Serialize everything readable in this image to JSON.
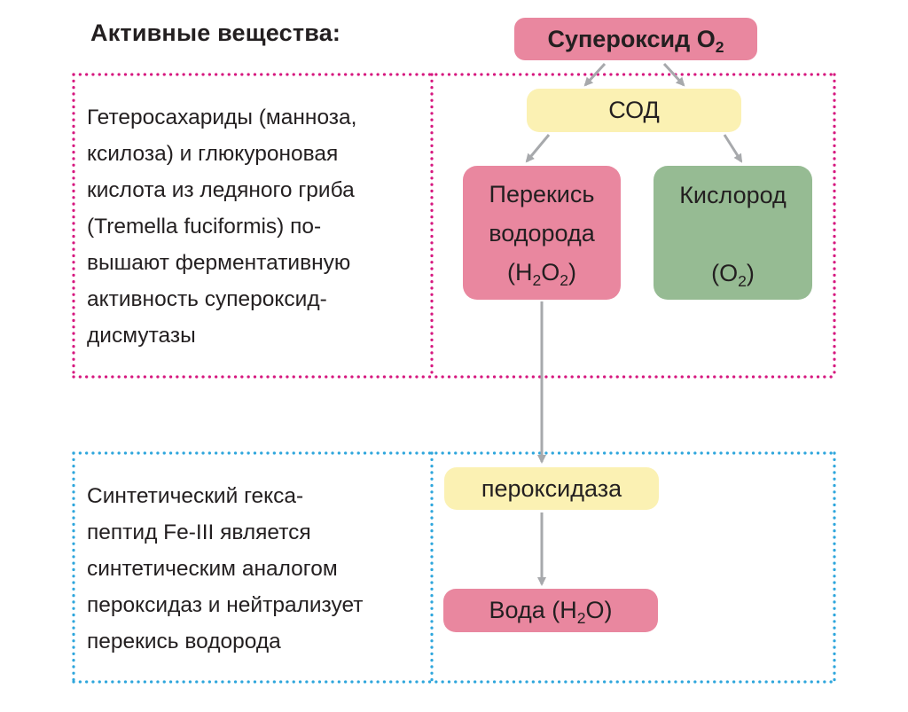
{
  "heading": "Активные вещества:",
  "superoxide": {
    "text": "Супероксид O",
    "sub": "2"
  },
  "sod": {
    "text": "СОД"
  },
  "peroxide": {
    "line1": "Перекись",
    "line2": "водорода",
    "formula_open": "(H",
    "sub1": "2",
    "mid": "O",
    "sub2": "2",
    "formula_close": ")"
  },
  "oxygen": {
    "line1": "Кислород",
    "formula_open": "(O",
    "sub": "2",
    "formula_close": ")"
  },
  "peroxidase": {
    "text": "пероксидаза"
  },
  "water": {
    "text_open": "Вода (H",
    "sub": "2",
    "text_close": "O)"
  },
  "description_top": {
    "lines": [
      "Гетеросахариды (манноза,",
      "ксилоза) и глюкуроновая",
      "кислота из ледяного гриба",
      "(Tremella fuciformis) по-",
      "вышают ферментативную",
      "активность супероксид-",
      "дисмутазы"
    ]
  },
  "description_bottom": {
    "lines": [
      "Синтетический гекса-",
      "пептид Fe-III является",
      "синтетическим аналогом",
      "пероксидаз и нейтрализует",
      "перекись водорода"
    ]
  },
  "colors": {
    "pink_box": "#e9879f",
    "yellow_box": "#fbf1b3",
    "green_box": "#96bb93",
    "magenta_dots": "#d6187f",
    "cyan_dots": "#2ea6dc",
    "arrow": "#a7a9ac"
  }
}
